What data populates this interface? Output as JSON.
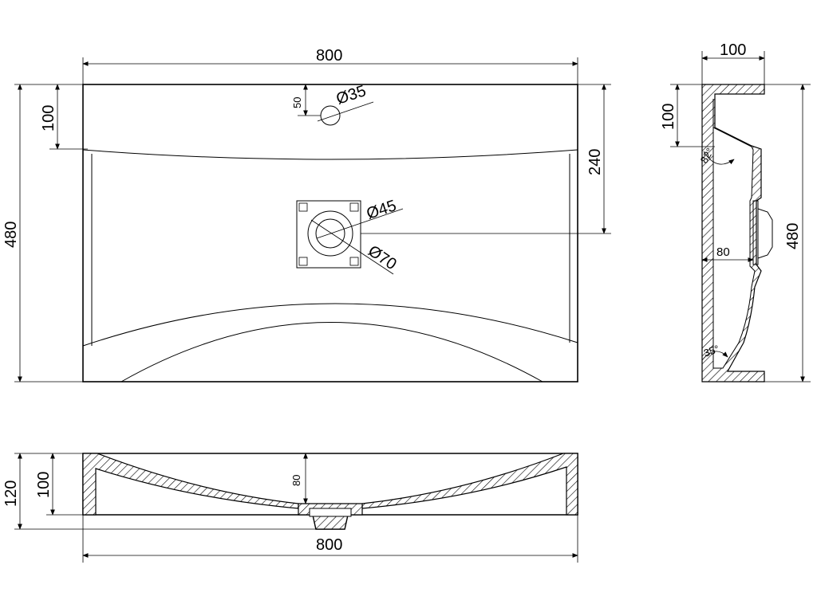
{
  "top_view": {
    "width_label": "800",
    "height_label": "480",
    "back_ledge_label": "100",
    "drain_offset_label": "240",
    "tap_hole_offset_label": "50",
    "tap_hole_diameter_label": "Ø35",
    "drain_inner_diameter_label": "Ø45",
    "drain_outer_diameter_label": "Ø70"
  },
  "side_view": {
    "width_label": "100",
    "height_label": "480",
    "ledge_label": "100",
    "drain_depth_label": "80",
    "top_angle_label": "82°",
    "bottom_angle_label": "35°"
  },
  "front_view": {
    "width_label": "800",
    "total_height_label": "120",
    "inner_height_label": "100",
    "drain_height_label": "80"
  }
}
